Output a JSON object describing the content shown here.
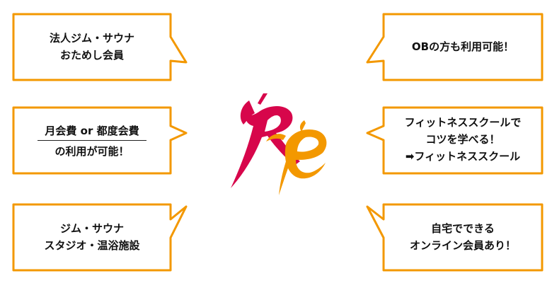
{
  "colors": {
    "accent": "#f39800",
    "logo_red": "#d7064b",
    "logo_orange": "#f39800"
  },
  "logo": {
    "text": "Ré"
  },
  "bubbles": {
    "top_left": {
      "line1": "法人ジム・サウナ",
      "line2": "おためし会員"
    },
    "mid_left": {
      "line1": "月会費 or 都度会費",
      "line2": "の利用が可能！"
    },
    "bottom_left": {
      "line1": "ジム・サウナ",
      "line2": "スタジオ・温浴施設"
    },
    "top_right": {
      "line1": "OBの方も利用可能！"
    },
    "mid_right": {
      "line1": "フィットネススクールで",
      "line2": "コツを学べる！",
      "link": "➡フィットネススクール"
    },
    "bottom_right": {
      "line1": "自宅でできる",
      "line2": "オンライン会員あり！"
    }
  }
}
